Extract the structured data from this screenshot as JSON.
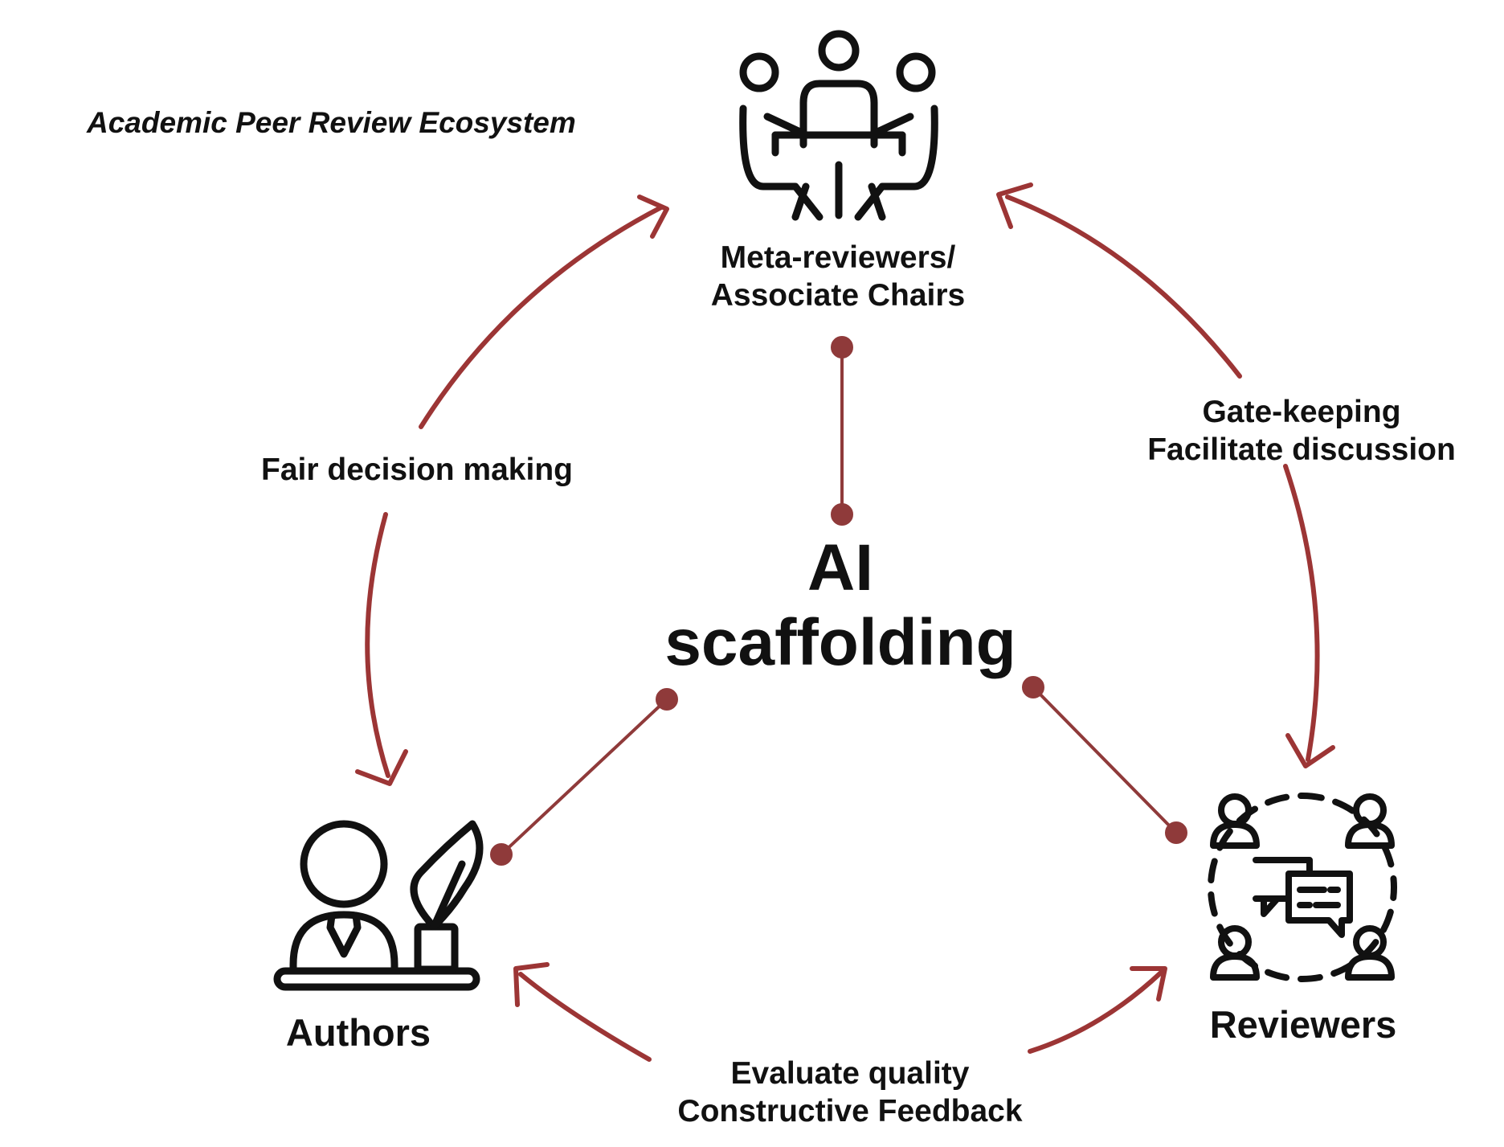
{
  "title": "Academic Peer Review Ecosystem",
  "center": {
    "line1": "AI",
    "line2": "scaffolding"
  },
  "nodes": {
    "meta_reviewers": {
      "line1": "Meta-reviewers/",
      "line2": "Associate Chairs",
      "icon": "meeting-table-icon"
    },
    "authors": {
      "label": "Authors",
      "icon": "author-desk-quill-icon"
    },
    "reviewers": {
      "label": "Reviewers",
      "icon": "reviewer-group-discussion-icon"
    }
  },
  "edges": {
    "authors_meta": {
      "label": "Fair decision making"
    },
    "meta_reviewers": {
      "line1": "Gate-keeping",
      "line2": "Facilitate discussion"
    },
    "reviewers_authors": {
      "line1": "Evaluate quality",
      "line2": "Constructive Feedback"
    }
  },
  "colors": {
    "arrow": "#9c3535",
    "connector": "#8f3a3a",
    "ink": "#111111"
  }
}
